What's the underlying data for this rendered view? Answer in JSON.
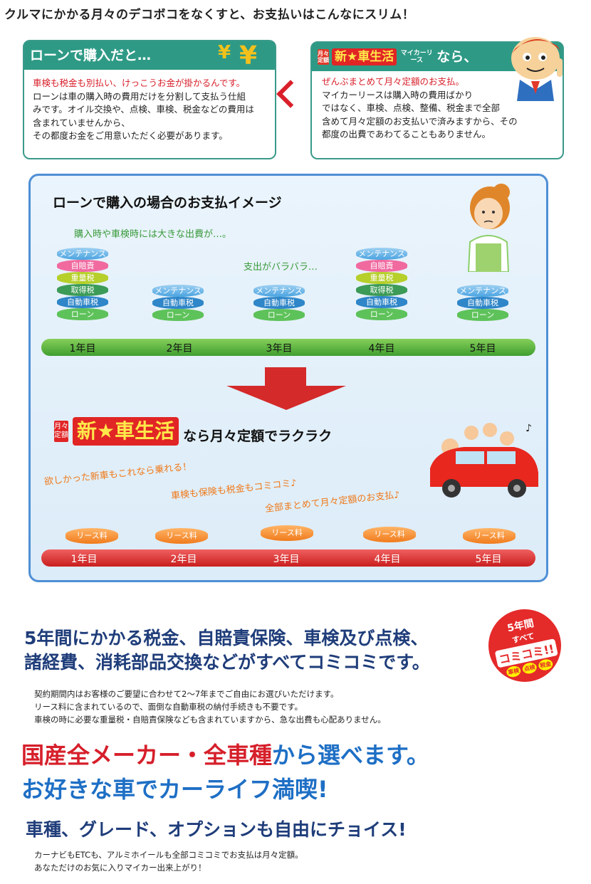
{
  "headline": "クルマにかかる月々のデコボコをなくすと、お支払いはこんなにスリム！",
  "loan_box": {
    "title": "ローンで購入だと…",
    "highlight": "車検も税金も別払い、けっこうお金が掛かるんです。",
    "lines": [
      "ローンは車の購入時の費用だけを分割して支払う仕組",
      "みです。オイル交換や、点検、車検、税金などの費用は",
      "含まれていませんから、",
      "その都度お金をご用意いただく必要があります。"
    ]
  },
  "lease_box": {
    "tag": "月々定額",
    "brand": "新★車生活",
    "paren": "マイカーリース",
    "suffix": "なら、",
    "highlight": "ぜんぶまとめて月々定額のお支払。",
    "lines": [
      "マイカーリースは購入時の費用ばかり",
      "ではなく、車検、点検、整備、税金まで全部",
      "含めて月々定額のお支払いで済みますから、その",
      "都度の出費であわてることもありません。"
    ]
  },
  "loan_image": {
    "title": "ローンで購入の場合のお支払イメージ",
    "note1": "購入時や車検時には大きな出費が…。",
    "note2": "支出がバラバラ…",
    "layers": {
      "maint": "メンテナンス",
      "jibai": "自賠責",
      "jyuryo": "重量税",
      "shutoku": "取得税",
      "jidosha": "自動車税",
      "loan": "ローン"
    },
    "years": [
      "1年目",
      "2年目",
      "3年目",
      "4年目",
      "5年目"
    ]
  },
  "lease_image": {
    "tag": "月々定額",
    "brand": "新★車生活",
    "title": "なら月々定額でラクラク",
    "notes": [
      "欲しかった新車もこれなら乗れる！",
      "車検も保険も税金もコミコミ♪",
      "全部まとめて月々定額のお支払♪"
    ],
    "lease_label": "リース料",
    "years": [
      "1年目",
      "2年目",
      "3年目",
      "4年目",
      "5年目"
    ]
  },
  "badge": {
    "top": "5年間",
    "mid": "すべて",
    "main": "コミコミ!!",
    "chips": [
      "車検",
      "点検",
      "税金"
    ]
  },
  "bottom": {
    "heading_lines": [
      "5年間にかかる税金、自賠責保険、車検及び点検、",
      "諸経費、消耗部品交換などがすべてコミコミです。"
    ],
    "small_lines": [
      "契約期間内はお客様のご要望に合わせて2～7年までご自由にお選びいただけます。",
      "リース料に含まれているので、面倒な自動車税の納付手続きも不要です。",
      "車検の時に必要な重量税・自賠責保険なども含まれていますから、急な出費も心配ありません。"
    ],
    "red_part": "国産全メーカー・全車種",
    "blue_part": "から選べます。",
    "blue_line2": "お好きな車でカーライフ満喫!",
    "choice_heading": "車種、グレード、オプションも自由にチョイス!",
    "choice_lines": [
      "カーナビもETCも、アルミホイールも全部コミコミでお支払は月々定額。",
      "あなただけのお気に入りマイカー出来上がり！"
    ]
  },
  "colors": {
    "teal": "#2e9a86",
    "red": "#d8202a",
    "navy": "#1f3d7a",
    "blue": "#1e6fc5"
  }
}
